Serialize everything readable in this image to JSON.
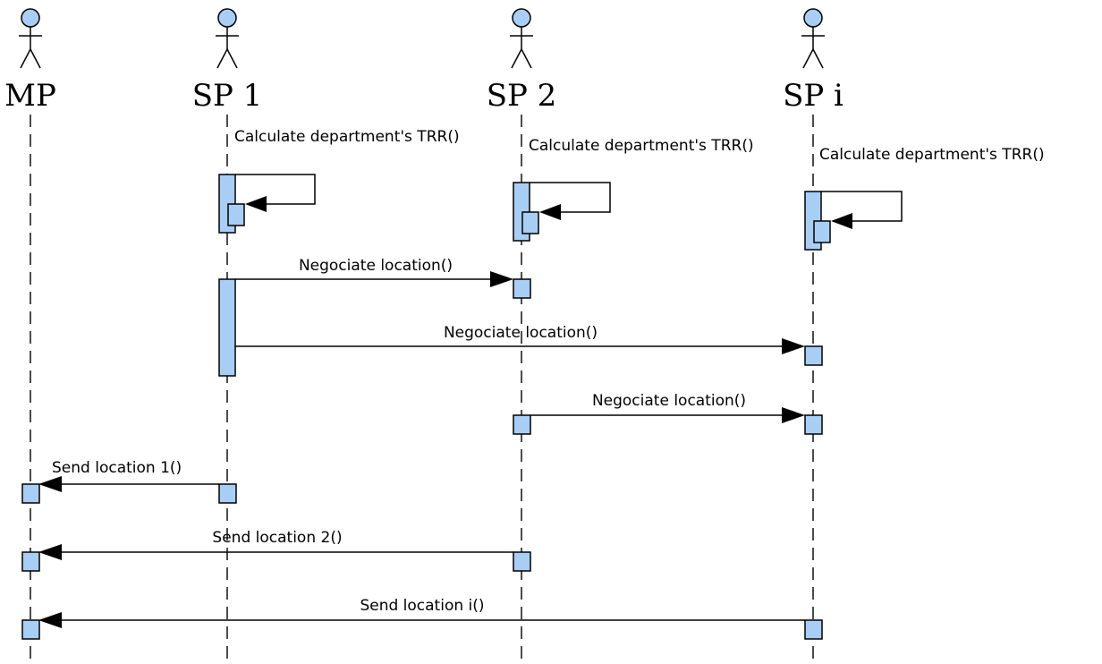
{
  "actors": [
    {
      "id": "mp",
      "label": "MP"
    },
    {
      "id": "sp1",
      "label": "SP 1"
    },
    {
      "id": "sp2",
      "label": "SP 2"
    },
    {
      "id": "spi",
      "label": "SP i"
    }
  ],
  "self_calls": [
    {
      "actor": "sp1",
      "label": "Calculate department's TRR()"
    },
    {
      "actor": "sp2",
      "label": "Calculate department's TRR()"
    },
    {
      "actor": "spi",
      "label": "Calculate department's TRR()"
    }
  ],
  "messages": [
    {
      "from": "sp1",
      "to": "sp2",
      "label": "Negociate location()"
    },
    {
      "from": "sp1",
      "to": "spi",
      "label": "Negociate location()"
    },
    {
      "from": "sp2",
      "to": "spi",
      "label": "Negociate location()"
    },
    {
      "from": "sp1",
      "to": "mp",
      "label": "Send location 1()"
    },
    {
      "from": "sp2",
      "to": "mp",
      "label": "Send location 2()"
    },
    {
      "from": "spi",
      "to": "mp",
      "label": "Send location i()"
    }
  ],
  "colors": {
    "activation_fill": "#a9cef5",
    "line": "#000000"
  }
}
